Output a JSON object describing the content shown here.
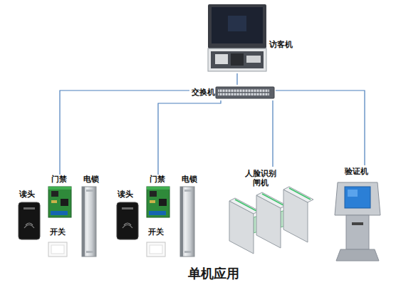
{
  "diagram": {
    "caption": "单机应用",
    "nodes": [
      {
        "text": [
          "访客机"
        ]
      },
      {
        "text": [
          "交换机"
        ]
      },
      {
        "text": [
          "读头"
        ]
      },
      {
        "text": [
          "门禁"
        ]
      },
      {
        "text": [
          "电锁"
        ]
      },
      {
        "text": [
          "开关"
        ]
      },
      {
        "text": [
          "读头"
        ]
      },
      {
        "text": [
          "门禁"
        ]
      },
      {
        "text": [
          "电锁"
        ]
      },
      {
        "text": [
          "开关"
        ]
      },
      {
        "text": [
          "人脸识别 闸机"
        ]
      },
      {
        "text": [
          "验证机"
        ]
      }
    ],
    "edges": [
      {
        "from": 1,
        "to": 0,
        "arrow": "none"
      },
      {
        "from": 1,
        "to": 3,
        "arrow": "none"
      },
      {
        "from": 1,
        "to": 7,
        "arrow": "none"
      },
      {
        "from": 1,
        "to": 10,
        "arrow": "none"
      },
      {
        "from": 1,
        "to": 11,
        "arrow": "none"
      }
    ]
  }
}
